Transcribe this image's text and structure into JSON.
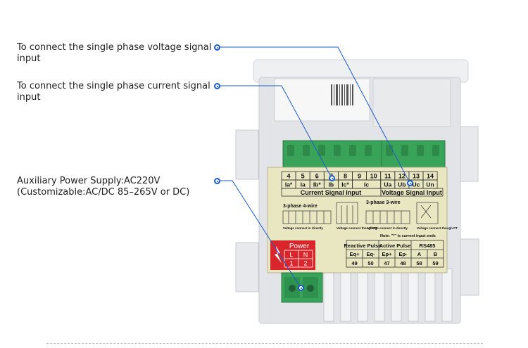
{
  "callouts": {
    "voltage_line1": "To connect the single phase voltage signal",
    "voltage_line2": "input",
    "current_line1": "To connect the single phase current signal",
    "current_line2": "input",
    "power_line1": "Auxiliary Power Supply:AC220V",
    "power_line2": "(Customizable:AC/DC 85–265V or DC)"
  },
  "label": {
    "terminal_numbers": [
      "4",
      "5",
      "6",
      "7",
      "8",
      "9",
      "10",
      "11",
      "12",
      "13",
      "14"
    ],
    "terminal_names": [
      "Ia*",
      "Ia",
      "Ib*",
      "Ib",
      "Ic*",
      "Ic",
      "Ua",
      "Ub",
      "Uc",
      "Un"
    ],
    "current_group": "Current Signal Input",
    "voltage_group": "Voltage Signal Input",
    "diagram_4wire": "3-phase 4-wire",
    "diagram_3wire": "3-phase 3-wire",
    "note": "Note:  \"*\" is current input ends",
    "caption_direct_1": "Voltage  connect  in  directly",
    "caption_pt_1": "Voltage connect though PT",
    "caption_direct_2": "Voltage  connect  in  directly",
    "caption_pt_2": "Voltage connect though PT",
    "pulse_headers": [
      "Reactive Pulse",
      "Active Pulse",
      "RS485"
    ],
    "pulse_names": [
      "Eq+",
      "Eq-",
      "Ep+",
      "Ep-",
      "A",
      "B"
    ],
    "pulse_numbers": [
      "49",
      "50",
      "47",
      "48",
      "58",
      "59"
    ],
    "power_title": "Power",
    "power_names": [
      "L",
      "N"
    ],
    "power_numbers": [
      "1",
      "2"
    ]
  },
  "colors": {
    "accent": "#1d5bc9",
    "terminal_green": "#3aa35a",
    "label_bg": "#e9e7c2",
    "power_red": "#d8262c",
    "housing": "#e4e6ea"
  }
}
